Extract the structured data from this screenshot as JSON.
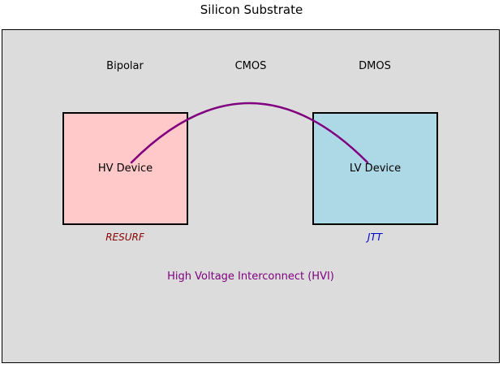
{
  "title": "Silicon Substrate",
  "regions": {
    "items": [
      {
        "label": "Bipolar"
      },
      {
        "label": "CMOS"
      },
      {
        "label": "DMOS"
      }
    ]
  },
  "devices": {
    "hv": {
      "label": "HV Device",
      "technology": "RESURF",
      "fill": "#FFC9C9",
      "technology_color": "#8B0000"
    },
    "lv": {
      "label": "LV Device",
      "technology": "JTT",
      "fill": "#ADD8E6",
      "technology_color": "#0000CD"
    }
  },
  "interconnect": {
    "label": "High Voltage Interconnect (HVI)",
    "color": "#800080"
  },
  "colors": {
    "substrate_fill": "#DCDCDC",
    "frame_border": "#000000",
    "page_background": "#FFFFFF",
    "text": "#000000"
  }
}
